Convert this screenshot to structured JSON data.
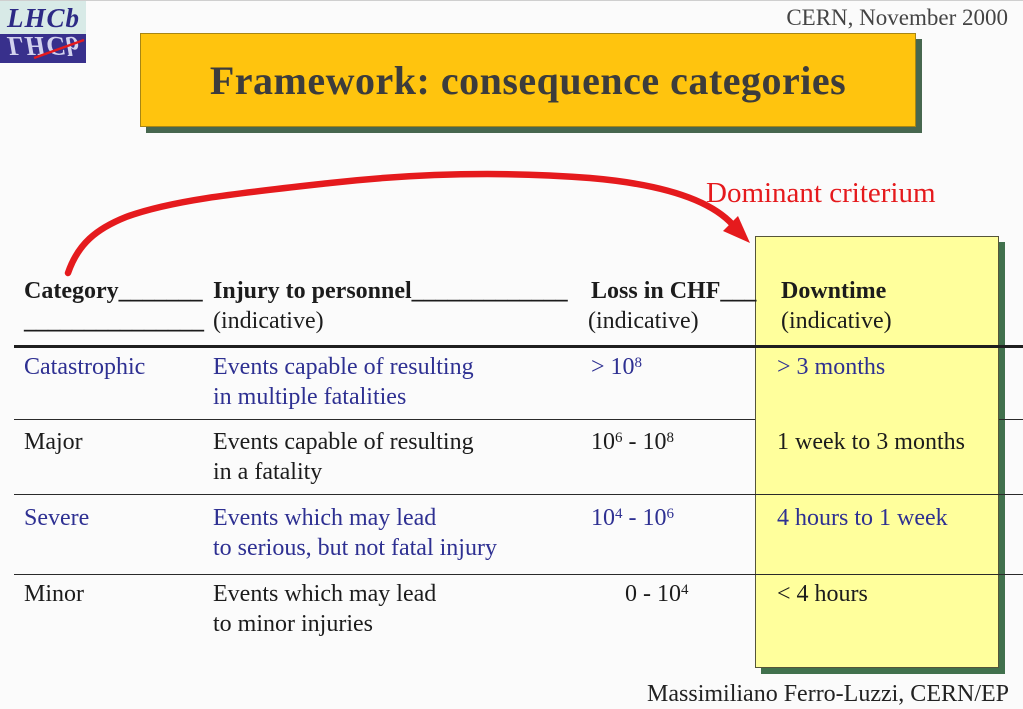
{
  "slide": {
    "corner_date": "CERN, November 2000",
    "title": "Framework: consequence categories",
    "annotation": "Dominant criterium",
    "footer": "Massimiliano Ferro-Luzzi, CERN/EP"
  },
  "logo": {
    "text": "LHCb",
    "mirror_text": "LHCb"
  },
  "colors": {
    "gold": "#ffc40e",
    "title-text": "#3c3c3c",
    "shadow-green": "#47674f",
    "box-green": "#41714d",
    "pale-yellow": "#ffff9c",
    "navy": "#2e3092",
    "ink": "#1c1c1c",
    "red": "#e51a1d",
    "logo-purple": "#38308c",
    "logo-mint": "#d8eae7"
  },
  "table": {
    "header": {
      "category_label": "Category_______",
      "category_fill": "_______________",
      "injury_label": "Injury to personnel_____________",
      "injury_sub": "(indicative)",
      "loss_label": "Loss in CHF___",
      "loss_sub": "(indicative)",
      "downtime_label": "Downtime",
      "downtime_sub": "(indicative)"
    },
    "rows": [
      {
        "category": "Catastrophic",
        "injury_line1": "Events capable of resulting",
        "injury_line2": "in multiple fatalities",
        "loss": "> 10^8",
        "loss_parts": [
          {
            "t": "> 10"
          },
          {
            "sup": "8"
          }
        ],
        "downtime": "> 3 months",
        "tone": "navy"
      },
      {
        "category": "Major",
        "injury_line1": "Events capable of resulting",
        "injury_line2": "in a fatality",
        "loss": "10^6 - 10^8",
        "loss_parts": [
          {
            "t": "10"
          },
          {
            "sup": "6"
          },
          {
            "t": " - 10"
          },
          {
            "sup": "8"
          }
        ],
        "downtime": "1 week to 3 months",
        "tone": "ink"
      },
      {
        "category": "Severe",
        "injury_line1": "Events which may lead",
        "injury_line2": "to serious, but not fatal injury",
        "loss": "10^4 - 10^6",
        "loss_parts": [
          {
            "t": "10"
          },
          {
            "sup": "4"
          },
          {
            "t": " - 10"
          },
          {
            "sup": "6"
          }
        ],
        "downtime": "4 hours to 1 week",
        "tone": "navy"
      },
      {
        "category": "Minor",
        "injury_line1": "Events which may lead",
        "injury_line2": "to minor injuries",
        "loss": "0 - 10^4",
        "loss_parts": [
          {
            "t": "0 - 10"
          },
          {
            "sup": "4"
          }
        ],
        "downtime": "< 4 hours",
        "tone": "ink"
      }
    ]
  }
}
